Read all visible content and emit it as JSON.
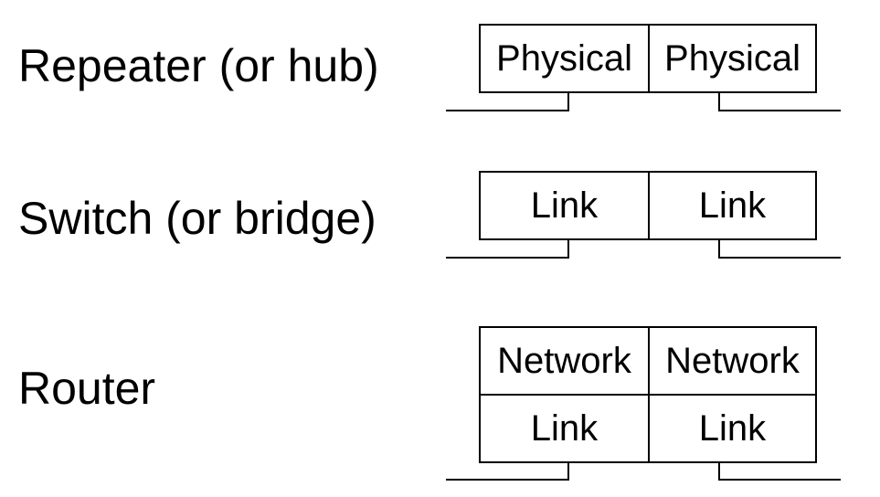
{
  "rows": [
    {
      "label": "Repeater (or hub)",
      "boxes": [
        "Physical",
        "Physical"
      ]
    },
    {
      "label": "Switch (or bridge)",
      "boxes": [
        "Link",
        "Link"
      ]
    },
    {
      "label": "Router",
      "boxes": [
        "Network",
        "Network",
        "Link",
        "Link"
      ]
    }
  ],
  "colors": {
    "stroke": "#000000",
    "background": "#ffffff"
  }
}
